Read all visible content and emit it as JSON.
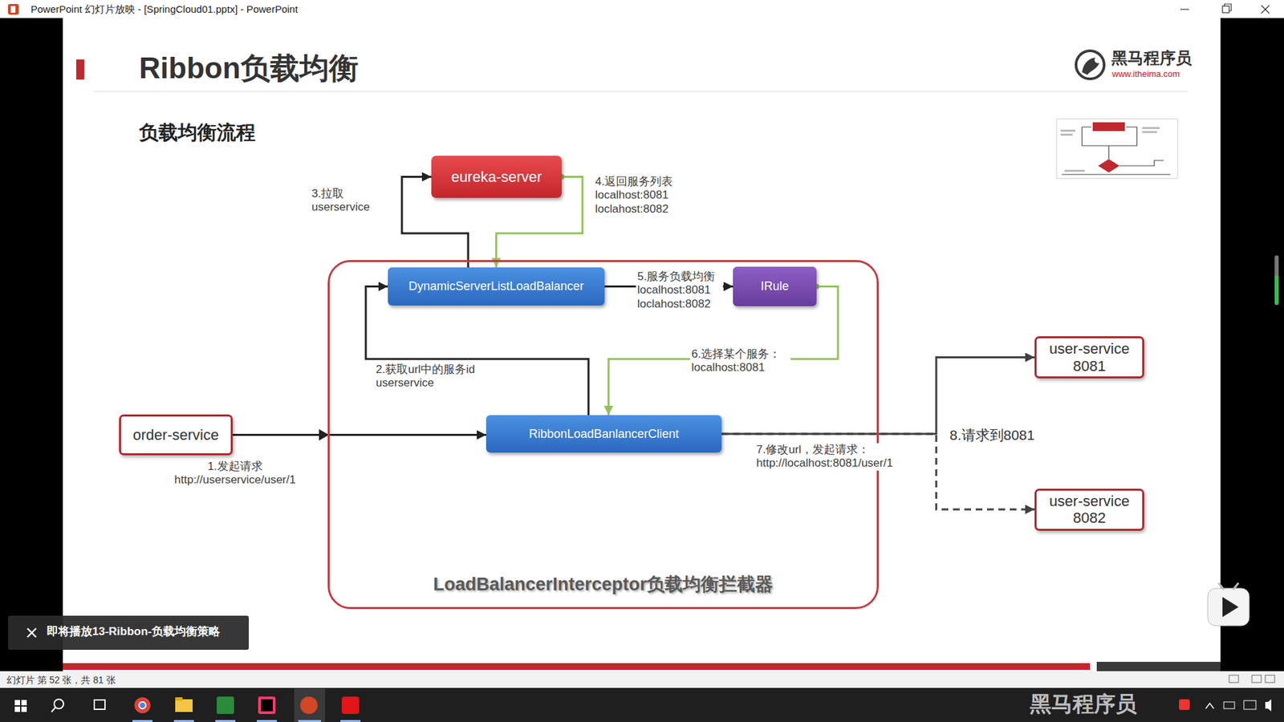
{
  "diagram": {
    "title": "Ribbon负载均衡",
    "nodes": [
      {
        "text": [
          "eureka-server"
        ]
      },
      {
        "text": [
          "LoadBalancerInterceptor负载均衡拦截器"
        ]
      },
      {
        "text": [
          "DynamicServerListLoadBalancer"
        ],
        "in": 1
      },
      {
        "text": [
          "IRule"
        ],
        "in": 1
      },
      {
        "text": [
          "RibbonLoadBanlancerClient"
        ],
        "in": 1
      },
      {
        "text": [
          "order-service"
        ]
      },
      {
        "text": [
          "user-service 8081"
        ]
      },
      {
        "text": [
          "user-service 8082"
        ]
      }
    ],
    "edges": [
      {
        "from": 5,
        "to": 4,
        "arrow": "to",
        "label": "1.发起请求 http://userservice/user/1"
      },
      {
        "from": 4,
        "to": 2,
        "arrow": "to",
        "label": "2.获取url中的服务id userservice"
      },
      {
        "from": 2,
        "to": 0,
        "arrow": "to",
        "label": "3.拉取 userservice"
      },
      {
        "from": 0,
        "to": 2,
        "arrow": "to",
        "label": "4.返回服务列表 localhost:8081 loclahost:8082"
      },
      {
        "from": 2,
        "to": 3,
        "arrow": "to",
        "label": "5.服务负载均衡 localhost:8081 loclahost:8082"
      },
      {
        "from": 3,
        "to": 4,
        "arrow": "to",
        "label": "6.选择某个服务： localhost:8081"
      },
      {
        "from": 4,
        "to": 6,
        "arrow": "to",
        "label": "7.修改url，发起请求： http://localhost:8081/user/1"
      },
      {
        "from": 4,
        "to": 7,
        "arrow": "to"
      }
    ],
    "labels": [
      "PowerPoint 幻灯片放映 - [SpringCloud01.pptx] - PowerPoint",
      "负载均衡流程",
      "黑马程序员",
      "www.itheima.com",
      "8.请求到8081",
      "即将播放13-Ribbon-负载均衡策略",
      "幻灯片 第 52 张，共 81 张",
      "黑马程序员"
    ]
  }
}
